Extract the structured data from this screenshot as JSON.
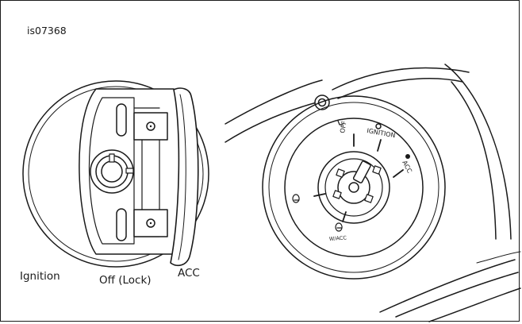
{
  "figure": {
    "code": "is07368",
    "left_labels": {
      "ignition": "Ignition",
      "off_lock": "Off (Lock)",
      "acc": "ACC"
    },
    "dial_labels": {
      "off": "OFF",
      "ignition": "IGNITION",
      "acc": "ACC",
      "wacc": "W/ACC"
    }
  }
}
